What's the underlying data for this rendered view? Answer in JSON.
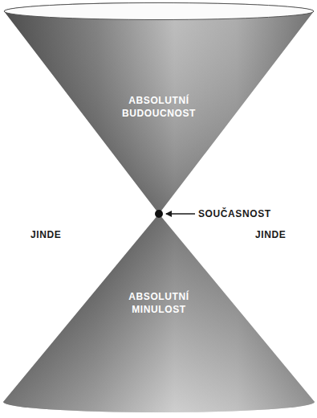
{
  "diagram": {
    "nodes": [
      {
        "text": [
          "ABSOLUTNÍ BUDOUCNOST"
        ]
      },
      {
        "text": [
          "ABSOLUTNÍ MINULOST"
        ]
      }
    ],
    "labels": [
      "SOUČASNOST",
      "JINDE",
      "JINDE"
    ]
  }
}
